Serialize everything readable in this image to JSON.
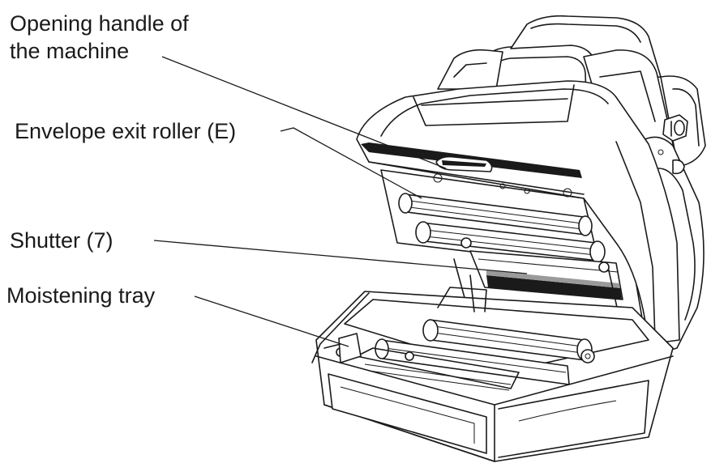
{
  "labels": {
    "handle_line1": "Opening handle of",
    "handle_line2": "the machine",
    "exit_roller": "Envelope exit roller (E)",
    "shutter": "Shutter (7)",
    "moistening_tray": "Moistening tray"
  }
}
